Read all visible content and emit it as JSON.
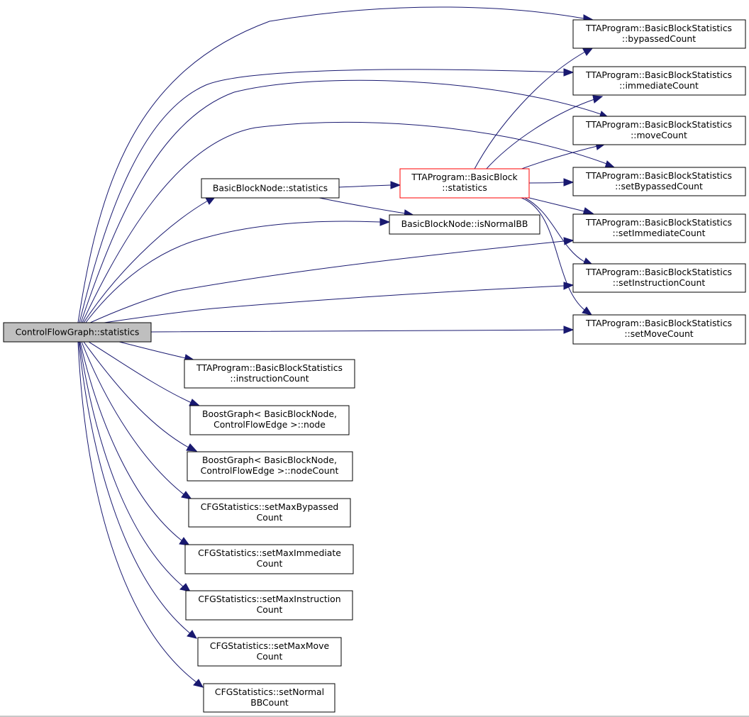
{
  "colors": {
    "edge": "#191970",
    "node_border": "#000000",
    "root_fill": "#bfbfbf",
    "focus_border": "#ff0000",
    "background": "#ffffff"
  },
  "nodes": {
    "root": {
      "lines": [
        "ControlFlowGraph::statistics"
      ]
    },
    "bbnode_statistics": {
      "lines": [
        "BasicBlockNode::statistics"
      ]
    },
    "bb_statistics": {
      "lines": [
        "TTAProgram::BasicBlock",
        "::statistics"
      ]
    },
    "is_normal_bb": {
      "lines": [
        "BasicBlockNode::isNormalBB"
      ]
    },
    "bypassed_count": {
      "lines": [
        "TTAProgram::BasicBlockStatistics",
        "::bypassedCount"
      ]
    },
    "immediate_count": {
      "lines": [
        "TTAProgram::BasicBlockStatistics",
        "::immediateCount"
      ]
    },
    "move_count": {
      "lines": [
        "TTAProgram::BasicBlockStatistics",
        "::moveCount"
      ]
    },
    "set_bypassed_count": {
      "lines": [
        "TTAProgram::BasicBlockStatistics",
        "::setBypassedCount"
      ]
    },
    "set_immediate_count": {
      "lines": [
        "TTAProgram::BasicBlockStatistics",
        "::setImmediateCount"
      ]
    },
    "set_instruction_count": {
      "lines": [
        "TTAProgram::BasicBlockStatistics",
        "::setInstructionCount"
      ]
    },
    "set_move_count": {
      "lines": [
        "TTAProgram::BasicBlockStatistics",
        "::setMoveCount"
      ]
    },
    "instruction_count": {
      "lines": [
        "TTAProgram::BasicBlockStatistics",
        "::instructionCount"
      ]
    },
    "boost_node": {
      "lines": [
        "BoostGraph< BasicBlockNode,",
        "ControlFlowEdge >::node"
      ]
    },
    "boost_node_count": {
      "lines": [
        "BoostGraph< BasicBlockNode,",
        "ControlFlowEdge >::nodeCount"
      ]
    },
    "set_max_bypassed": {
      "lines": [
        "CFGStatistics::setMaxBypassed",
        "Count"
      ]
    },
    "set_max_immediate": {
      "lines": [
        "CFGStatistics::setMaxImmediate",
        "Count"
      ]
    },
    "set_max_instruction": {
      "lines": [
        "CFGStatistics::setMaxInstruction",
        "Count"
      ]
    },
    "set_max_move": {
      "lines": [
        "CFGStatistics::setMaxMove",
        "Count"
      ]
    },
    "set_normal_bb_count": {
      "lines": [
        "CFGStatistics::setNormal",
        "BBCount"
      ]
    }
  }
}
